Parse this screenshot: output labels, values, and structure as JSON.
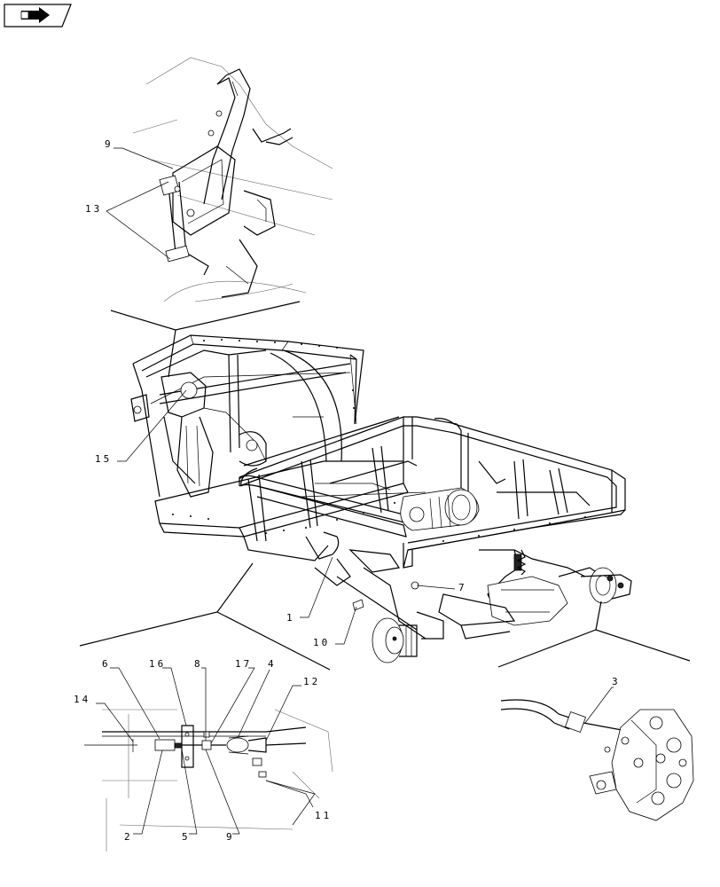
{
  "nav_icon": "arrow-back-icon",
  "callouts": {
    "c9_top": "9",
    "c13": "13",
    "c15": "15",
    "c7": "7",
    "c1": "1",
    "c10": "10",
    "c6": "6",
    "c16": "16",
    "c8": "8",
    "c17": "17",
    "c4": "4",
    "c12": "12",
    "c14": "14",
    "c3": "3",
    "c11": "11",
    "c2": "2",
    "c5": "5",
    "c9_bottom": "9"
  }
}
